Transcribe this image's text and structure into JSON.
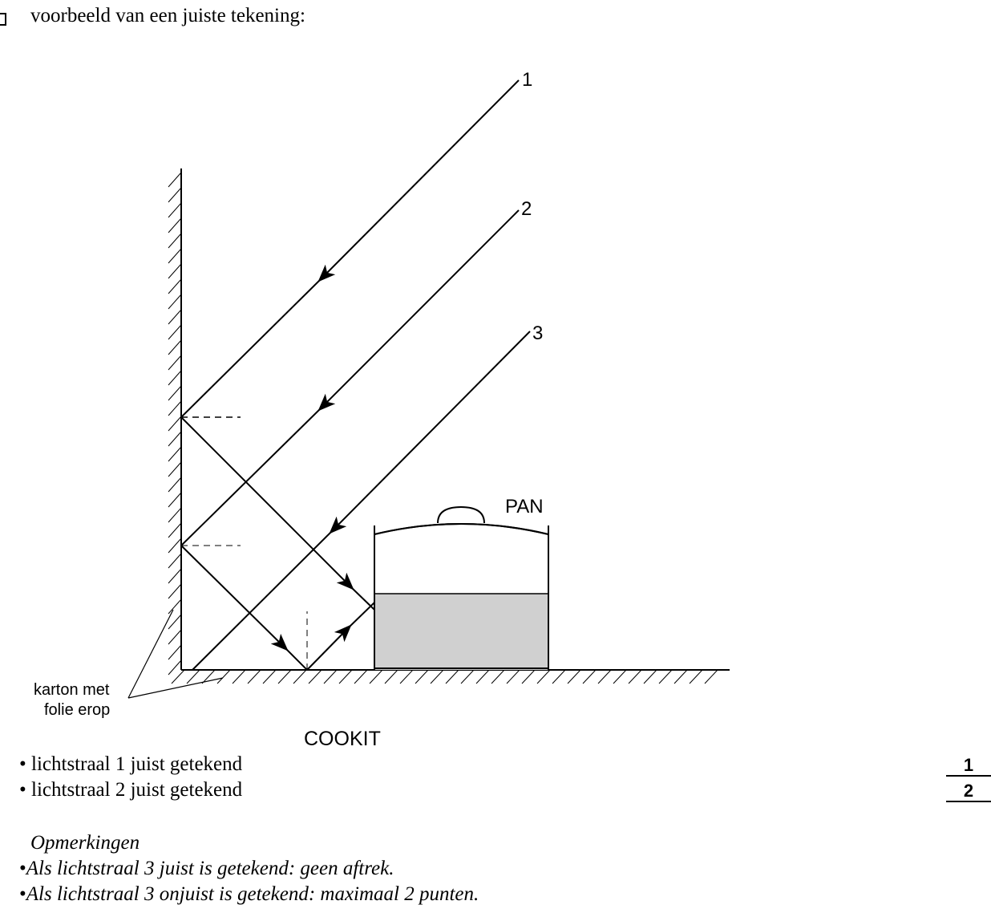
{
  "header": {
    "text": "voorbeeld van een juiste tekening:"
  },
  "diagram": {
    "ray_labels": [
      "1",
      "2",
      "3"
    ],
    "pan_label": "PAN",
    "cardboard_label_line1": "karton met",
    "cardboard_label_line2": "folie erop",
    "cookit_label": "COOKIT"
  },
  "criteria": [
    {
      "bullet": "•",
      "text": "lichtstraal 1 juist getekend",
      "score": "1"
    },
    {
      "bullet": "•",
      "text": "lichtstraal 2 juist getekend",
      "score": "2"
    }
  ],
  "remarks": {
    "title": "Opmerkingen",
    "items": [
      "Als lichtstraal 3 juist is getekend: geen aftrek.",
      "Als lichtstraal 3 onjuist is getekend: maximaal 2 punten."
    ]
  }
}
